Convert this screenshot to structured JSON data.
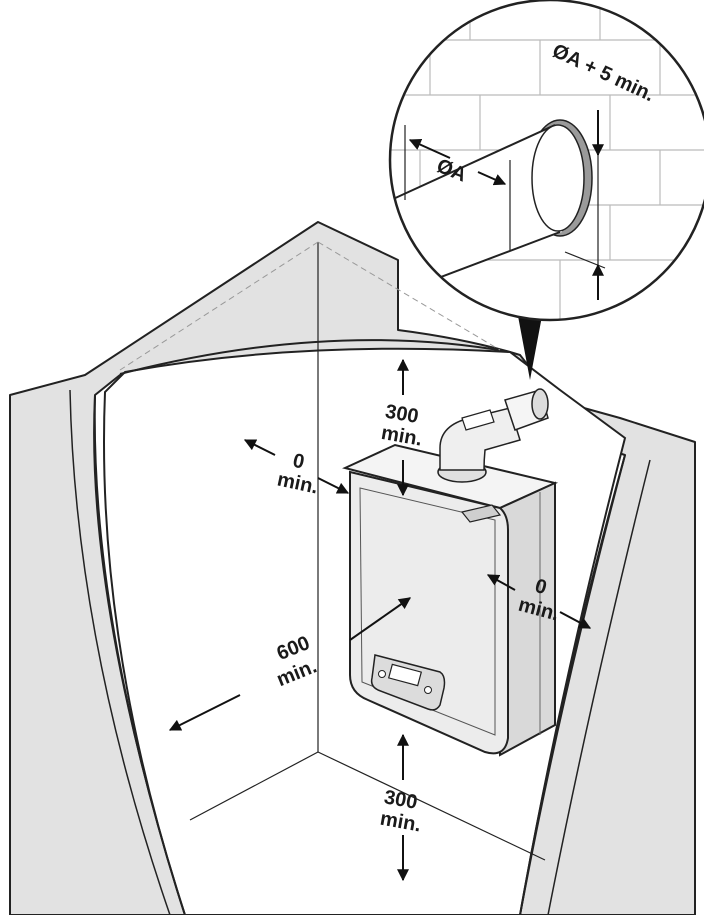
{
  "labels": {
    "top_clearance_value": "300",
    "top_clearance_unit": "min.",
    "left_clearance_value": "0",
    "left_clearance_unit": "min.",
    "right_clearance_value": "0",
    "right_clearance_unit": "min.",
    "front_clearance_value": "600",
    "front_clearance_unit": "min.",
    "bottom_clearance_value": "300",
    "bottom_clearance_unit": "min.",
    "pipe_diameter": "ØA",
    "hole_diameter": "ØA + 5 min."
  },
  "colors": {
    "wall_fill": "#e2e2e2",
    "outline": "#222222",
    "boiler_body": "#e8e8e8",
    "sleeve_gap": "#9a9a9a",
    "background": "#ffffff"
  }
}
